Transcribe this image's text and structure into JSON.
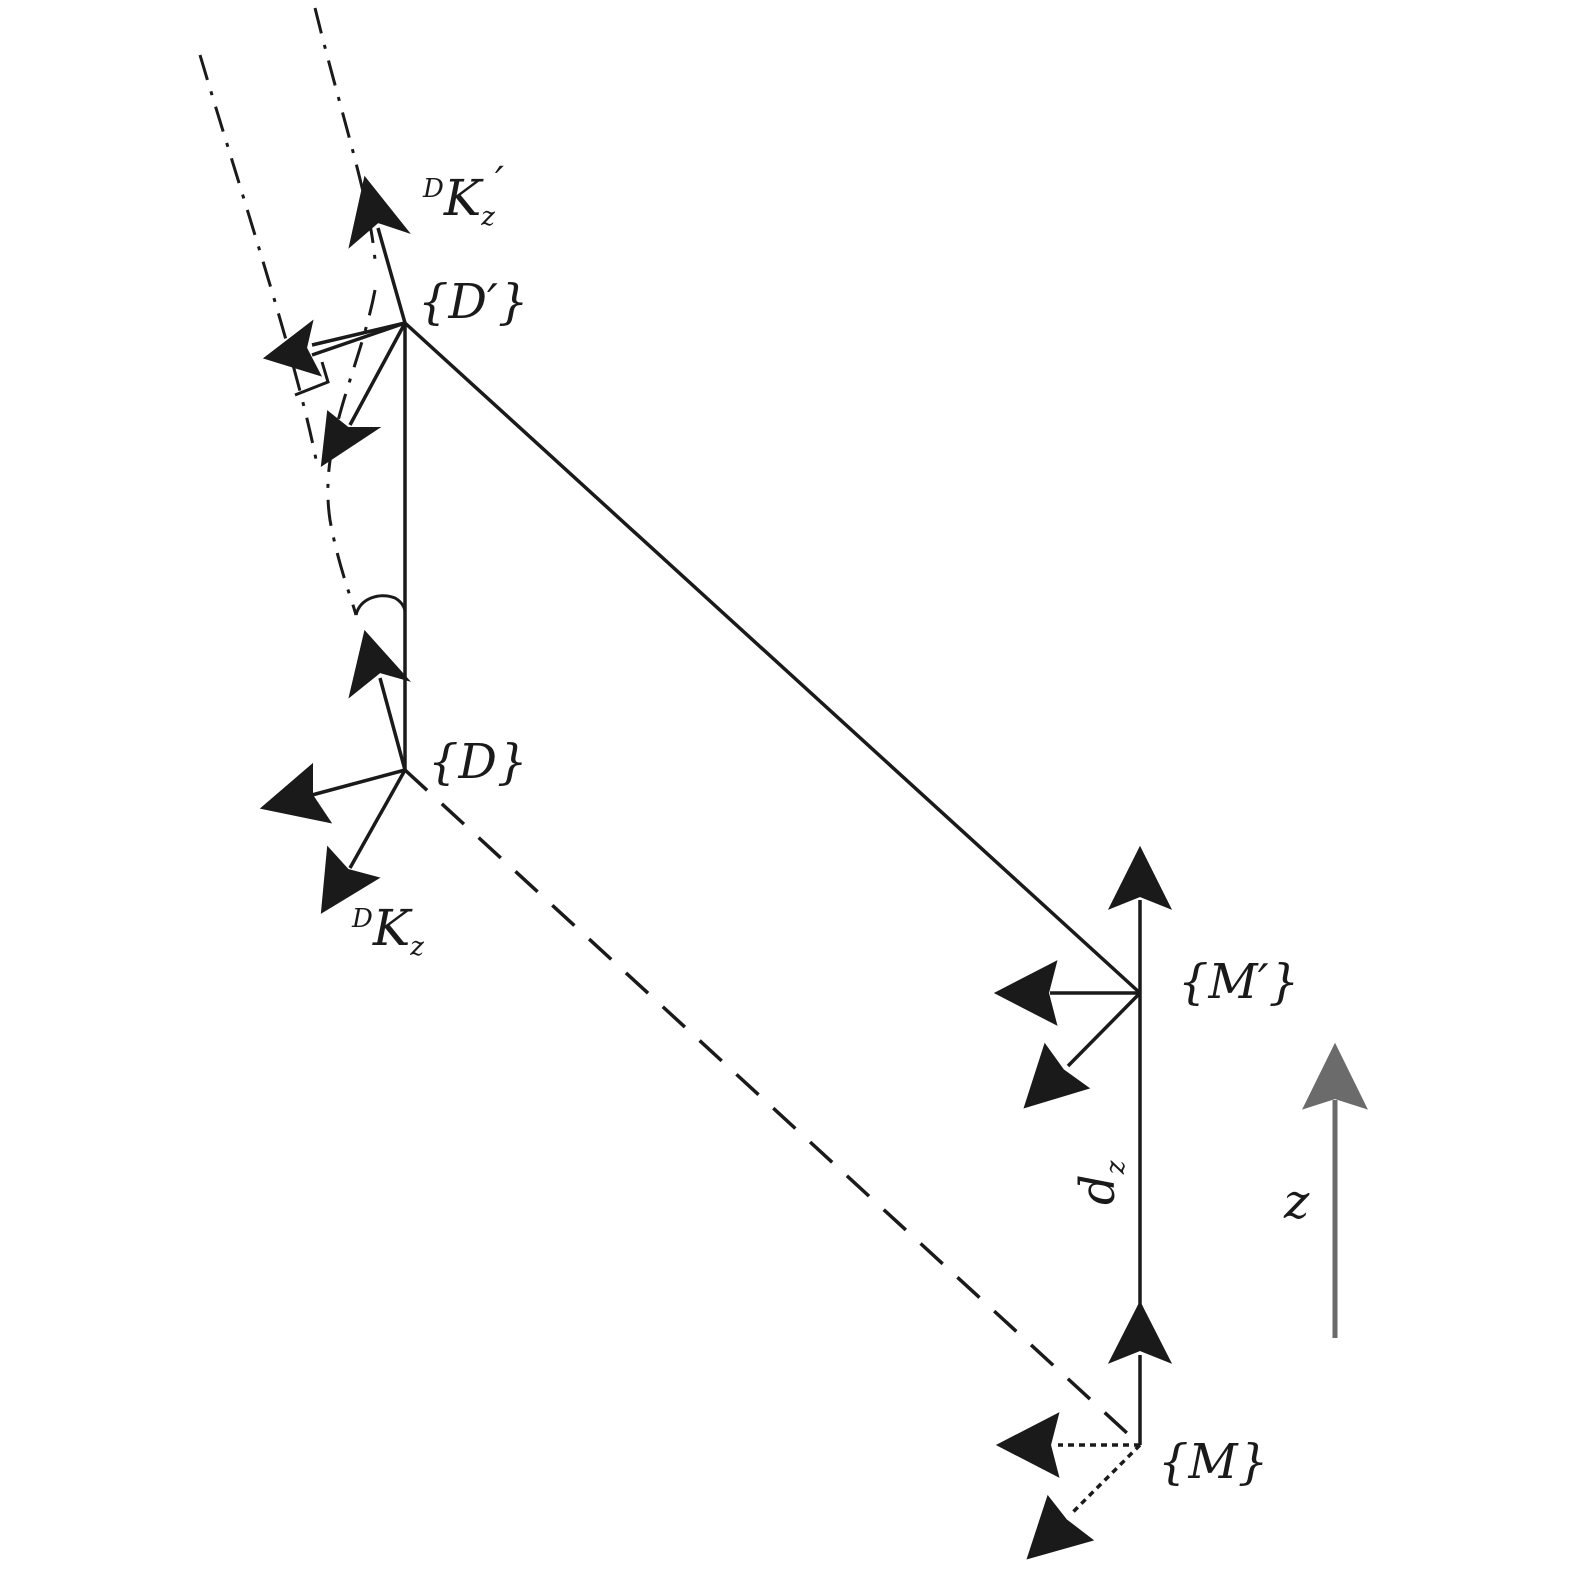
{
  "labels": {
    "frame_d_prime": "{D′}",
    "frame_d": "{D}",
    "frame_m_prime": "{M′}",
    "frame_m": "{M}",
    "kz_prime_superscript": "D",
    "kz_prime_main": "K",
    "kz_prime_subscript": "z",
    "kz_prime_mark": "′",
    "kz_superscript": "D",
    "kz_main": "K",
    "kz_subscript": "z",
    "dz_main": "d",
    "dz_subscript": "z",
    "z_axis": "z"
  },
  "colors": {
    "ink": "#1a1a1a",
    "z_axis_arrow": "#6b6b6b",
    "background": "#ffffff"
  }
}
